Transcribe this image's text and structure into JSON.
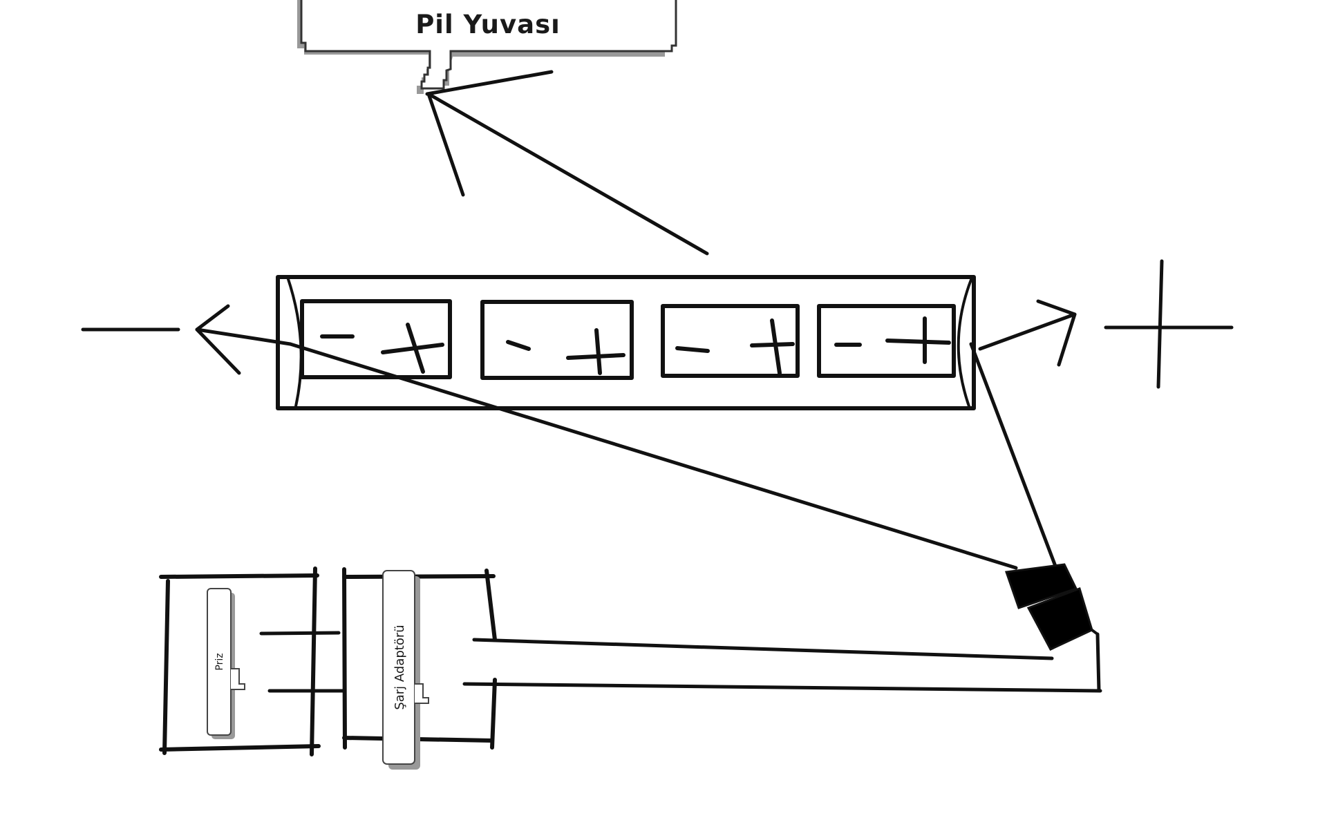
{
  "diagram": {
    "callout_title": "Pil Yuvası",
    "charger_label": "Şarj Adaptörü",
    "socket_label": "Priz",
    "terminal_negative_symbol": "—",
    "cell_count": 4
  },
  "colors": {
    "ink": "#111111",
    "background": "#ffffff",
    "label_fill": "#ffffff",
    "label_border": "#444444",
    "label_shadow": "#999999",
    "connector_fill": "#000000"
  }
}
